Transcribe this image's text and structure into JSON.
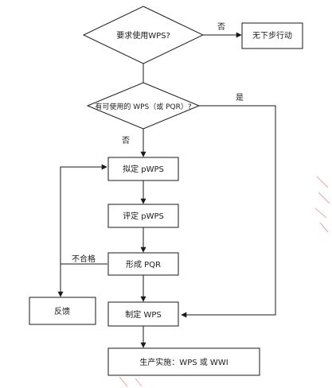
{
  "nodes": {
    "q_wps": "要求使用WPS?",
    "no_action": "无下步行动",
    "q_available": "有可使用的 WPS（或 PQR）?",
    "draft_pwps": "拟定 pWPS",
    "eval_pwps": "评定 pWPS",
    "form_pqr": "形成 PQR",
    "feedback": "反馈",
    "make_wps": "制定 WPS",
    "production": "生产实施：WPS 或 WWI"
  },
  "edges": {
    "no_1": "否",
    "yes": "是",
    "no_2": "否",
    "fail": "不合格"
  }
}
